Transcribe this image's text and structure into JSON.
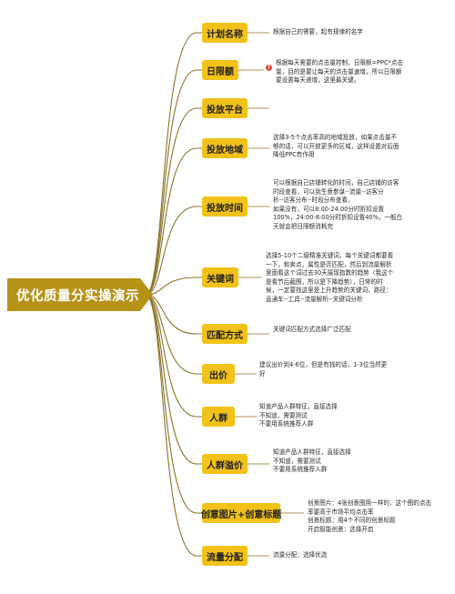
{
  "root": {
    "title": "优化质量分实操演示"
  },
  "branches": [
    {
      "label": "计划名称",
      "desc": "根据自己的需要，起有规律的名字"
    },
    {
      "label": "日限额",
      "desc": "根据每天需要的点击量控制，日限额=PPC*点击\n量，目的是要让每天的点击量速增，所以日限额\n要设置每天递增，这里最关键。"
    },
    {
      "label": "投放平台",
      "desc": ""
    },
    {
      "label": "投放地域",
      "desc": "选择3-5个点击率高的地域投放，如果点击量不\n够的话，可以开放更多的区域，这样设置对后面\n降低PPC有作用"
    },
    {
      "label": "投放时间",
      "desc": "可以根据自己店铺转化的时间，自己店铺的访客\n时段查看，可以到生意参谋--流量--访客分\n析--访客分布--时段分布查看，\n如果没有，可以8:00-24:00分时折扣设置\n100%，24:00-8:00分时折扣设置40%，一般白\n天就会把日限额消耗完"
    },
    {
      "label": "关键词",
      "desc": "选择5-10个二级精准关键词，每个关键词都要看\n一下，和卖点，属性是否匹配，然后到流量解析\n里面看这个词过去30天展现指数的趋势（我这个\n是看节后截图，所以是下降趋势），日常的时\n候，一定要找这里是上升趋势的关键词，路径：\n直通车--工具--流量解析--关键词分析"
    },
    {
      "label": "匹配方式",
      "desc": "关键词匹配方式选择广泛匹配"
    },
    {
      "label": "出价",
      "desc": "建议出价到4-6位，但是有钱的话，1-3位当然更\n好"
    },
    {
      "label": "人群",
      "desc": "知道产品人群特征，直接选择\n不知道，需要测试\n不要用系统推荐人群"
    },
    {
      "label": "人群溢价",
      "desc": "知道产品人群特征，直接选择\n不知道，需要测试\n不要用系统推荐人群"
    },
    {
      "label": "创意图片+创意标题",
      "desc": "创意图片：4张创意图用一样的，这个图的点击\n率要高于市场平均点击率\n创意标题：用4个不同的创意标题\n开启智能创意：选择开启"
    },
    {
      "label": "流量分配",
      "desc": "流量分配：选择优选"
    }
  ],
  "colors": {
    "node": "#f2c21a",
    "root": "#b69217",
    "line": "#8a7328",
    "warn": "#e24a3b"
  }
}
